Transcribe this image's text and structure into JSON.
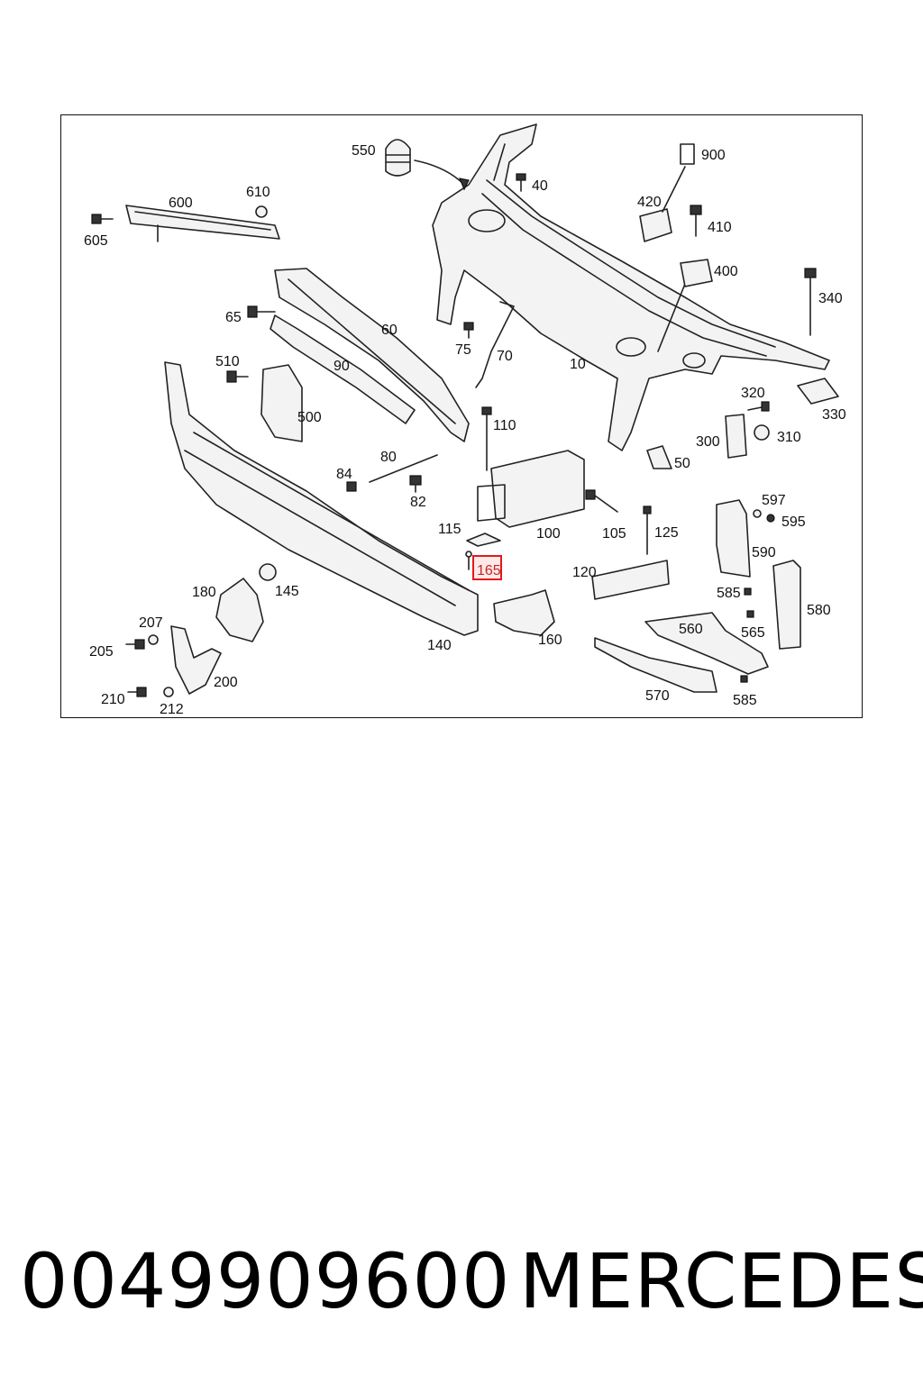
{
  "diagram": {
    "highlighted_part": "165",
    "labels": [
      "10",
      "40",
      "50",
      "60",
      "65",
      "70",
      "75",
      "80",
      "82",
      "84",
      "90",
      "100",
      "105",
      "110",
      "115",
      "120",
      "125",
      "140",
      "145",
      "160",
      "165",
      "180",
      "200",
      "205",
      "207",
      "210",
      "212",
      "300",
      "310",
      "320",
      "330",
      "340",
      "400",
      "410",
      "420",
      "500",
      "510",
      "550",
      "560",
      "565",
      "570",
      "580",
      "585",
      "585",
      "590",
      "595",
      "597",
      "600",
      "605",
      "610",
      "900"
    ]
  },
  "footer": {
    "part_number": "0049909600",
    "brand": "MERCEDES"
  },
  "colors": {
    "highlight_border": "#e0191c",
    "highlight_fill": "#ffe8e8",
    "line": "#222222"
  }
}
